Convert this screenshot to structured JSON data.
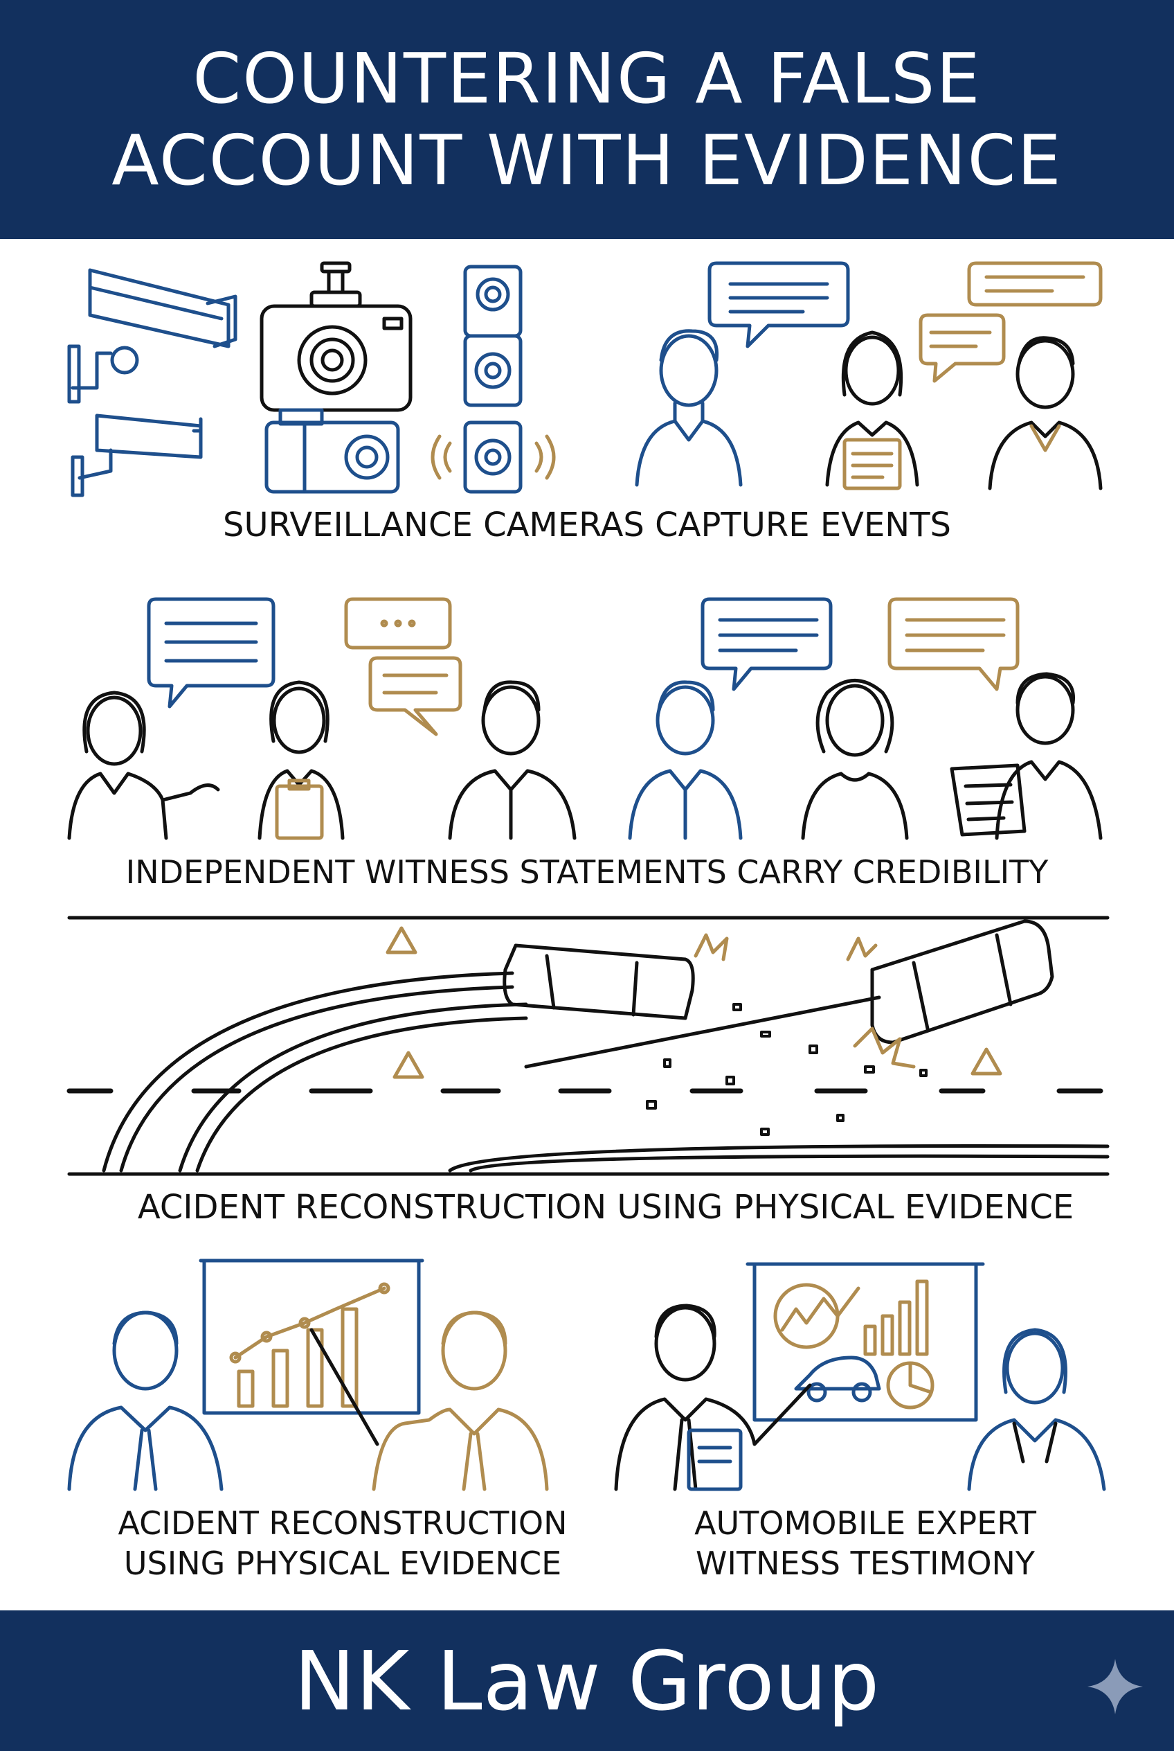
{
  "header": {
    "title_line1": "COUNTERING A FALSE",
    "title_line2": "ACCOUNT WITH EVIDENCE"
  },
  "sections": {
    "cameras_caption": "SURVEILLANCE CAMERAS CAPTURE EVENTS",
    "witness_caption": "INDEPENDENT WITNESS STATEMENTS CARRY CREDIBILITY",
    "road_caption": "ACIDENT RECONSTRUCTION USING PHYSICAL EVIDENCE",
    "left_caption_line1": "ACIDENT RECONSTRUCTION",
    "left_caption_line2": "USING PHYSICAL EVIDENCE",
    "right_caption_line1": "AUTOMOBILE EXPERT",
    "right_caption_line2": "WITNESS TESTIMONY"
  },
  "footer": {
    "brand": "NK Law Group"
  },
  "icons": [
    "cctv-camera-icon",
    "dashcam-icon",
    "doorbell-camera-icon",
    "speech-bubble-icon",
    "person-icon",
    "car-crash-icon",
    "warning-icon",
    "presentation-board-icon",
    "sparkle-icon"
  ],
  "colors": {
    "navy": "#12305e",
    "blue": "#1e4f8c",
    "gold": "#b08c4f",
    "black": "#111111"
  }
}
